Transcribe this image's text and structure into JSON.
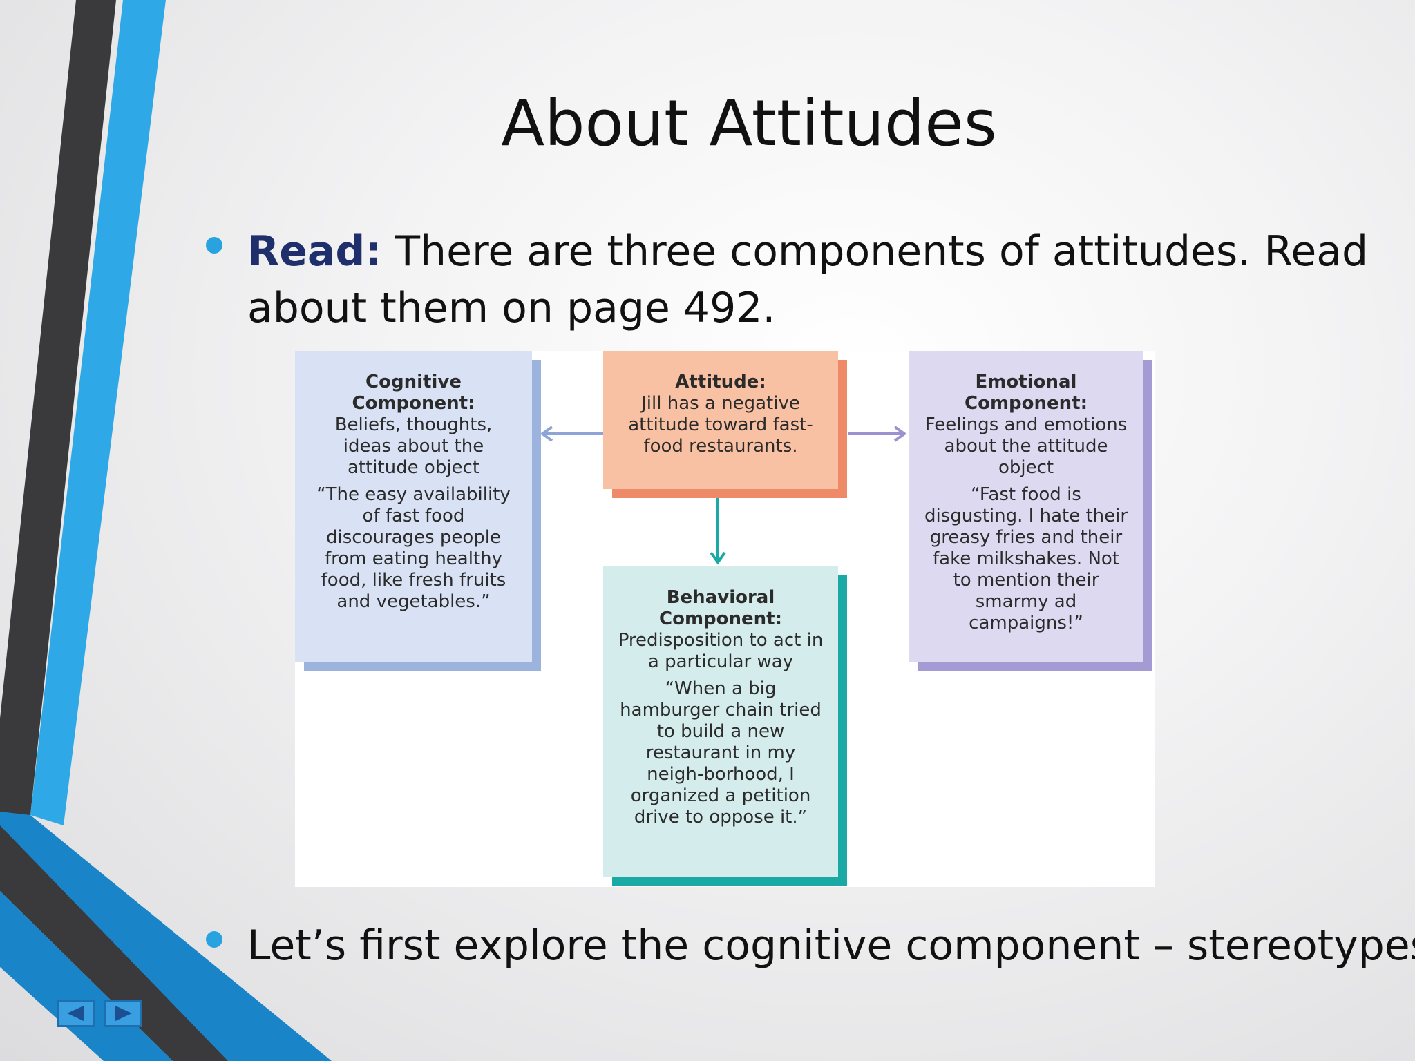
{
  "slide": {
    "title": "About Attitudes",
    "bullet1": {
      "lead": "Read:",
      "text": " There are three components of attitudes.  Read about them on page 492."
    },
    "bullet2": {
      "text": "Let’s first explore the cognitive component – stereotypes!"
    }
  },
  "diagram": {
    "cognitive": {
      "heading": "Cognitive Component:",
      "desc": "Beliefs, thoughts, ideas about the attitude object",
      "quote": "“The easy availability of fast food discourages people from eating healthy food, like fresh fruits and vegetables.”"
    },
    "attitude": {
      "heading": "Attitude:",
      "desc": "Jill has a negative attitude toward fast-food restaurants."
    },
    "emotional": {
      "heading": "Emotional Component:",
      "desc": "Feelings and emotions about the attitude object",
      "quote": "“Fast food is disgusting. I hate their greasy fries and their fake milkshakes. Not to mention their smarmy ad campaigns!”"
    },
    "behavioral": {
      "heading": "Behavioral Component:",
      "desc": "Predisposition to act in a particular way",
      "quote": "“When a big hamburger chain tried to build a new restaurant in my neigh-borhood, I organized a petition drive to oppose it.”"
    }
  },
  "colors": {
    "accent_blue": "#29a3e0",
    "dark_stripe": "#3a3a3c",
    "cognitive_fill": "#d9e2f4",
    "attitude_fill": "#f9c1a3",
    "emotional_fill": "#dcd9f1",
    "behavioral_fill": "#d4ecec"
  },
  "icons": {
    "prev": "left-triangle-icon",
    "next": "right-triangle-icon"
  }
}
